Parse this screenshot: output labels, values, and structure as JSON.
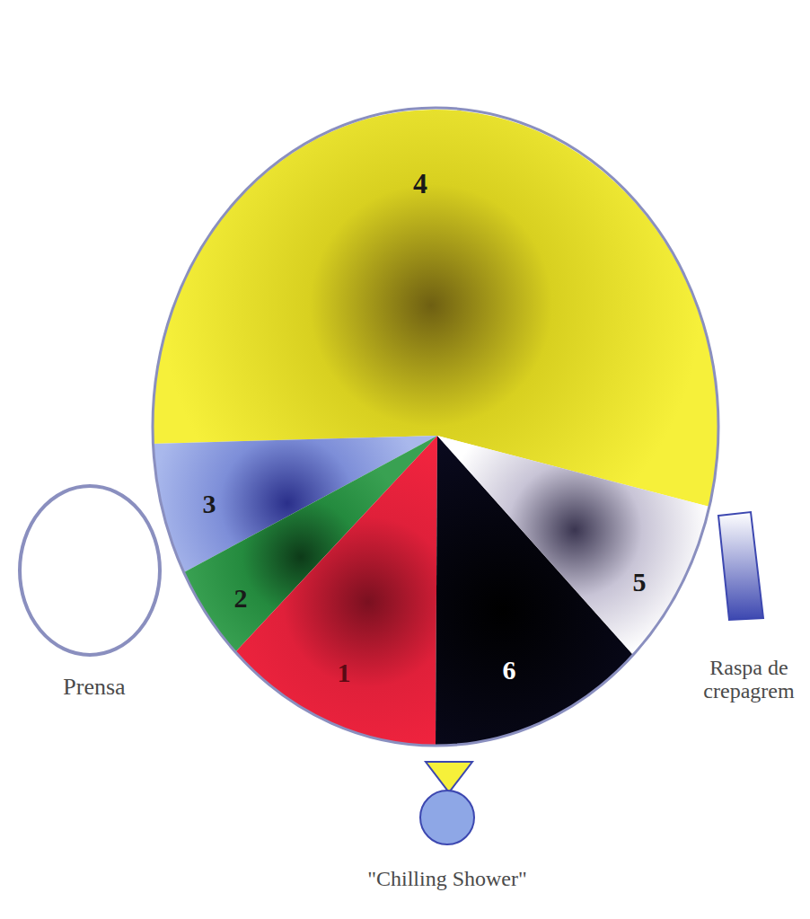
{
  "diagram": {
    "labels": [
      "4",
      "3",
      "2",
      "1",
      "6",
      "5",
      "Prensa",
      "Raspa de crepagrem",
      "\"Chilling Shower\""
    ]
  }
}
